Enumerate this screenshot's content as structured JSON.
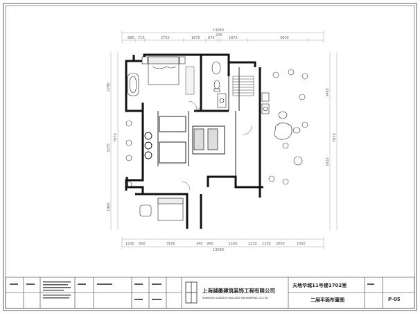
{
  "drawing": {
    "overall_dim_top": "13080",
    "overall_dim_bottom": "13080",
    "top_dims": [
      "880",
      "710",
      "2750",
      "1670",
      "870",
      "200",
      "1870",
      "3000"
    ],
    "bottom_dims": [
      "1230",
      "930",
      "3100",
      "340",
      "990",
      "1160",
      "1210",
      "1330",
      "2000",
      "1050"
    ],
    "left_dims": [
      "2790",
      "3270",
      "1960"
    ],
    "right_dims": [
      "3480",
      "2620"
    ],
    "overall_dim_left": "7870",
    "overall_dim_right": "7870"
  },
  "title_block": {
    "company_cn": "上海越墨建筑装饰工程有限公司",
    "company_en": "SHANGHAI LANGYUE BUILDING ENGINEERING CO.,LTD",
    "project": "天地华城11号楼1702室",
    "sheet_title": "二层平面布置图",
    "sheet_no": "P-05"
  }
}
